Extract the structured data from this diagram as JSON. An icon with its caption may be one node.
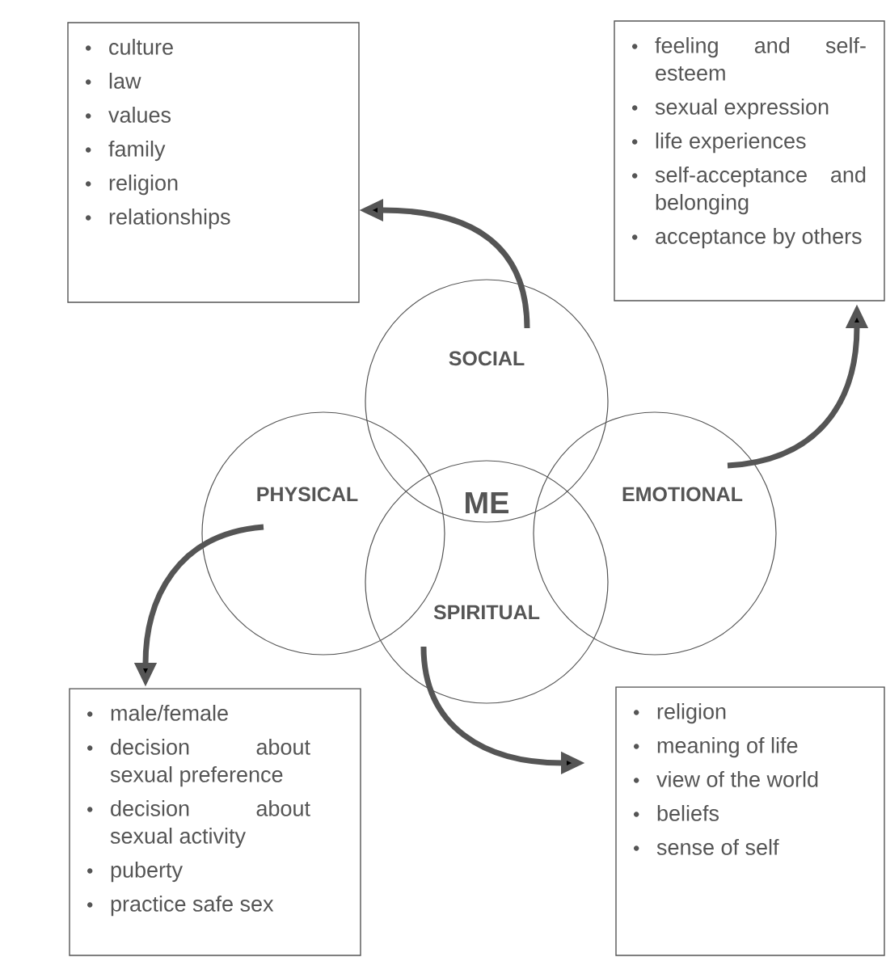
{
  "diagram": {
    "nodes": [
      {
        "text": [
          "culture",
          "law",
          "values",
          "family",
          "religion",
          "relationships"
        ]
      },
      {
        "text": [
          "feeling and self-esteem",
          "sexual expression",
          "life experiences",
          "self-acceptance and belonging",
          "acceptance by others"
        ]
      },
      {
        "text": [
          "SOCIAL"
        ]
      },
      {
        "text": [
          "PHYSICAL"
        ]
      },
      {
        "text": [
          "EMOTIONAL"
        ]
      },
      {
        "text": [
          "SPIRITUAL"
        ]
      },
      {
        "text": [
          "male/female",
          "decision about sexual preference",
          "decision about sexual activity",
          "puberty",
          "practice safe sex"
        ]
      },
      {
        "text": [
          "religion",
          "meaning of life",
          "view of the world",
          "beliefs",
          "sense of self"
        ]
      }
    ],
    "edges": [
      {
        "from": 2,
        "to": 0,
        "arrow": "to"
      },
      {
        "from": 4,
        "to": 1,
        "arrow": "to"
      },
      {
        "from": 3,
        "to": 6,
        "arrow": "to"
      },
      {
        "from": 5,
        "to": 7,
        "arrow": "to"
      }
    ],
    "labels": [
      "ME"
    ]
  }
}
